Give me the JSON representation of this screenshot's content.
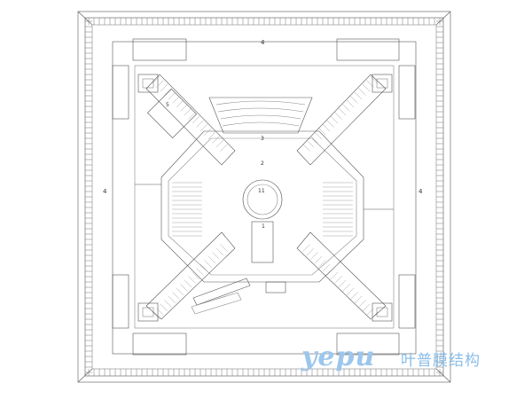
{
  "room_labels": {
    "north": "4",
    "west": "4",
    "east": "4",
    "north_west_room": "5",
    "auditorium": "3",
    "hall": "2",
    "central_hall": "11",
    "entrance": "1"
  },
  "watermark": {
    "latin": "yepu",
    "cjk": "叶普膜结构"
  },
  "colors": {
    "line": "#555555",
    "line_light": "#8a8a8a",
    "watermark": "#9cc6ec"
  }
}
